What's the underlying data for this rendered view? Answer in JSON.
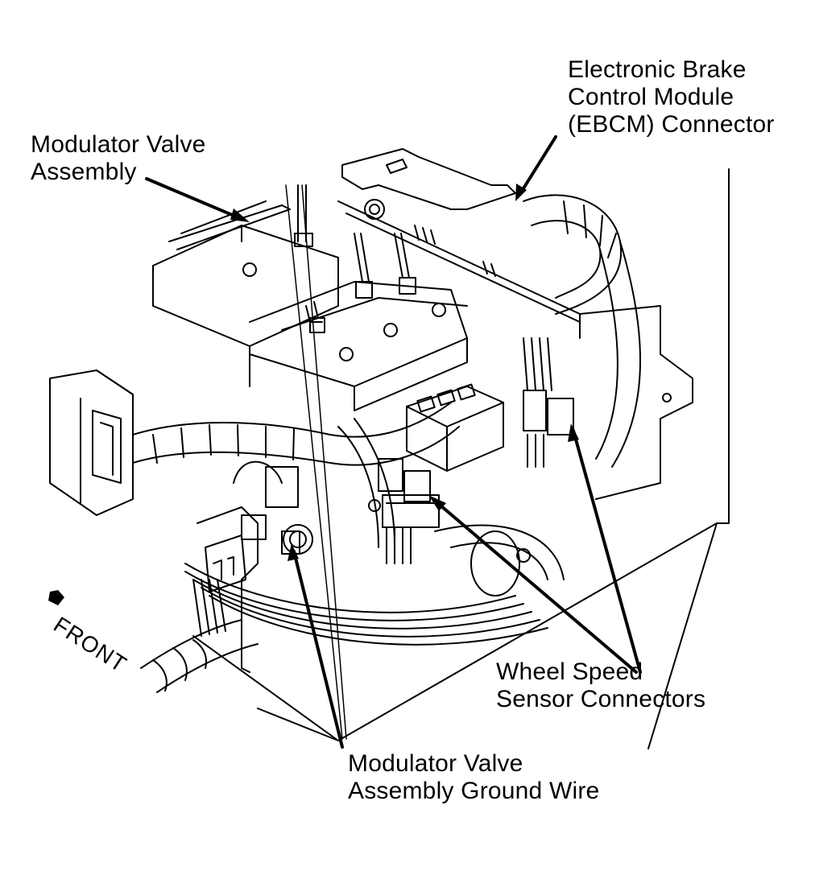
{
  "diagram": {
    "title": "Anti-lock Brake System Component Locations",
    "callouts": [
      {
        "id": "ebcm-connector",
        "lines": [
          "Electronic Brake",
          "Control Module",
          "(EBCM) Connector"
        ]
      },
      {
        "id": "modulator-valve-assembly",
        "lines": [
          "Modulator Valve",
          "Assembly"
        ]
      },
      {
        "id": "wheel-speed-sensor-connectors",
        "lines": [
          "Wheel Speed",
          "Sensor Connectors"
        ]
      },
      {
        "id": "modulator-valve-ground-wire",
        "lines": [
          "Modulator Valve",
          "Assembly Ground Wire"
        ]
      }
    ],
    "orientation": {
      "label": "FRONT",
      "icon": "arrow-front-icon"
    },
    "colors": {
      "ink": "#000000",
      "paper": "#ffffff"
    }
  }
}
